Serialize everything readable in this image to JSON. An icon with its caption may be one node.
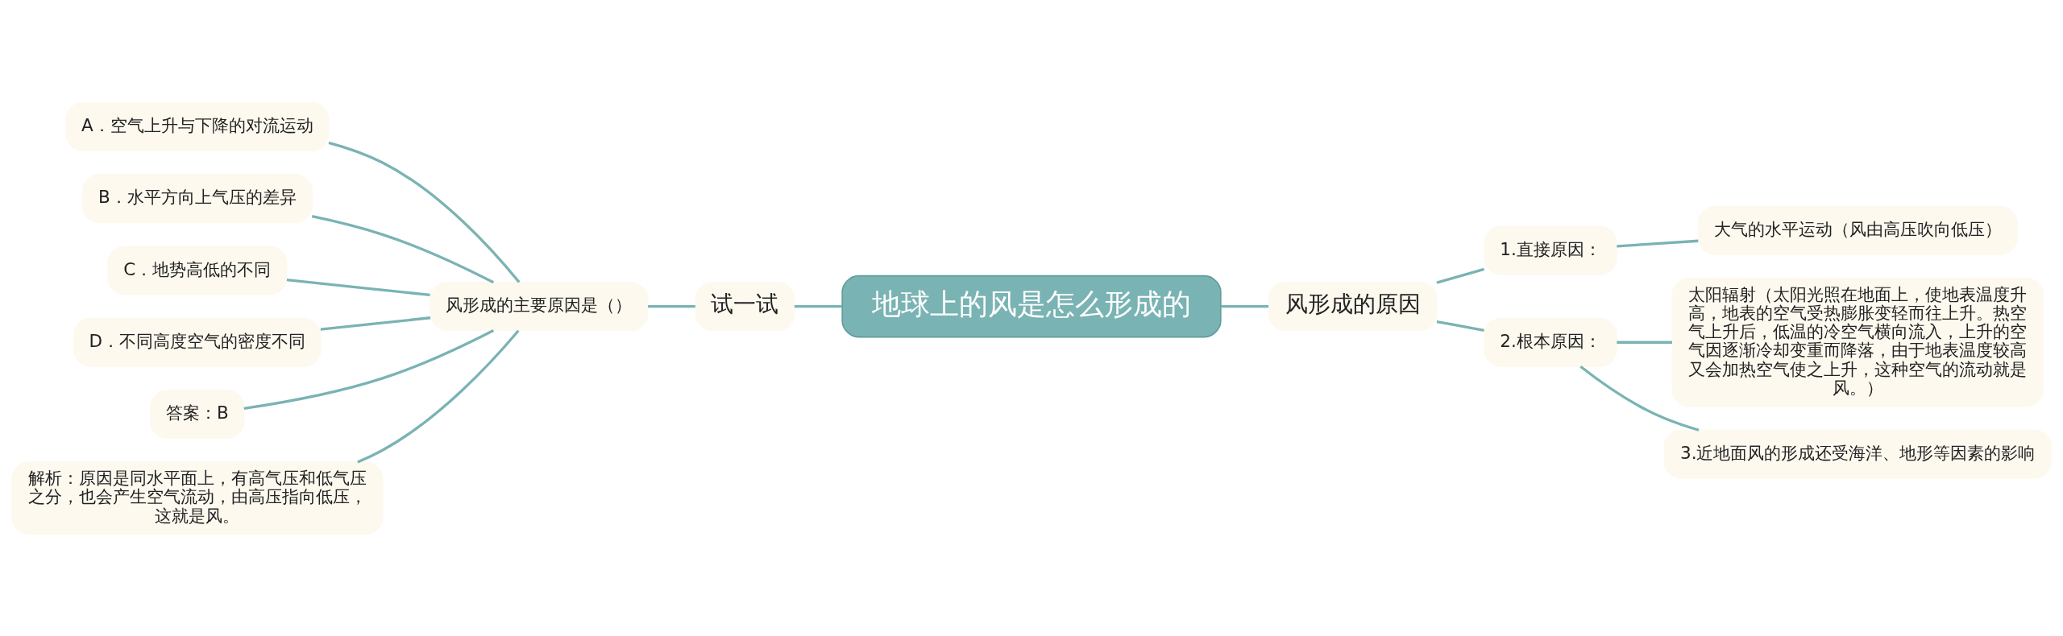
{
  "diagram": {
    "nodes": [
      {
        "text": [
          "地球上的风是怎么形成的"
        ]
      },
      {
        "text": [
          "试一试"
        ]
      },
      {
        "text": [
          "风形成的主要原因是（）"
        ]
      },
      {
        "text": [
          "A．空气上升与下降的对流运动"
        ]
      },
      {
        "text": [
          "B．水平方向上气压的差异"
        ]
      },
      {
        "text": [
          "C．地势高低的不同"
        ]
      },
      {
        "text": [
          "D．不同高度空气的密度不同"
        ]
      },
      {
        "text": [
          "答案：B"
        ]
      },
      {
        "text": [
          "解析：原因是同水平面上，有高气压和低气压之分，也会产生空气流动，由高压指向低压，这就是风。"
        ]
      },
      {
        "text": [
          "风形成的原因"
        ]
      },
      {
        "text": [
          "1.直接原因："
        ]
      },
      {
        "text": [
          "大气的水平运动（风由高压吹向低压）"
        ]
      },
      {
        "text": [
          "2.根本原因："
        ]
      },
      {
        "text": [
          "太阳辐射（太阳光照在地面上，使地表温度升高，地表的空气受热膨胀变轻而往上升。热空气上升后，低温的冷空气横向流入，上升的空气因逐渐冷却变重而降落，由于地表温度较高又会加热空气使之上升，这种空气的流动就是风。）"
        ]
      },
      {
        "text": [
          "3.近地面风的形成还受海洋、地形等因素的影响"
        ]
      }
    ],
    "edges": [
      {
        "from": 0,
        "to": 1,
        "arrow": "none"
      },
      {
        "from": 1,
        "to": 2,
        "arrow": "none"
      },
      {
        "from": 2,
        "to": 3,
        "arrow": "none"
      },
      {
        "from": 2,
        "to": 4,
        "arrow": "none"
      },
      {
        "from": 2,
        "to": 5,
        "arrow": "none"
      },
      {
        "from": 2,
        "to": 6,
        "arrow": "none"
      },
      {
        "from": 2,
        "to": 7,
        "arrow": "none"
      },
      {
        "from": 2,
        "to": 8,
        "arrow": "none"
      },
      {
        "from": 0,
        "to": 9,
        "arrow": "none"
      },
      {
        "from": 9,
        "to": 10,
        "arrow": "none"
      },
      {
        "from": 10,
        "to": 11,
        "arrow": "none"
      },
      {
        "from": 9,
        "to": 12,
        "arrow": "none"
      },
      {
        "from": 12,
        "to": 13,
        "arrow": "none"
      },
      {
        "from": 12,
        "to": 14,
        "arrow": "none"
      }
    ]
  }
}
